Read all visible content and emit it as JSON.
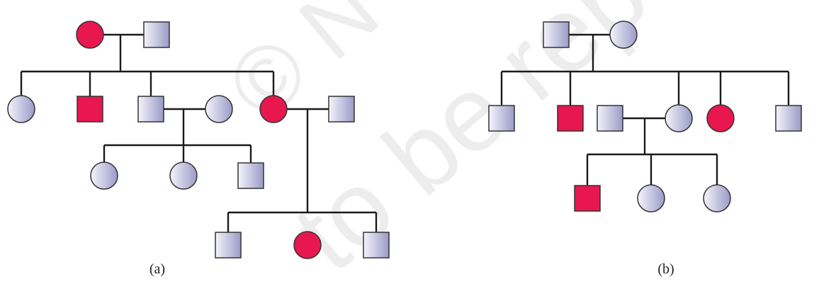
{
  "diagram": {
    "colors": {
      "affected": "#e8174f",
      "unaffected_light": "#f4f4fb",
      "unaffected_dark": "#9a9ac8",
      "line": "#1a1a1a",
      "outline": "#333333"
    },
    "watermark": "© NCERT not to be republished",
    "pedigrees": [
      {
        "id": "a",
        "caption": "(a)",
        "individuals": [
          {
            "id": "a-I1",
            "sex": "female",
            "affected": true
          },
          {
            "id": "a-I2",
            "sex": "male",
            "affected": false
          },
          {
            "id": "a-II1",
            "sex": "female",
            "affected": false
          },
          {
            "id": "a-II2",
            "sex": "male",
            "affected": true
          },
          {
            "id": "a-II3",
            "sex": "male",
            "affected": false
          },
          {
            "id": "a-II3-spouse",
            "sex": "female",
            "affected": false
          },
          {
            "id": "a-II4",
            "sex": "female",
            "affected": true
          },
          {
            "id": "a-II4-spouse",
            "sex": "male",
            "affected": false
          },
          {
            "id": "a-III1",
            "sex": "female",
            "affected": false
          },
          {
            "id": "a-III2",
            "sex": "female",
            "affected": false
          },
          {
            "id": "a-III3",
            "sex": "male",
            "affected": false
          },
          {
            "id": "a-III4",
            "sex": "male",
            "affected": false
          },
          {
            "id": "a-III5",
            "sex": "female",
            "affected": true
          },
          {
            "id": "a-III6",
            "sex": "male",
            "affected": false
          }
        ]
      },
      {
        "id": "b",
        "caption": "(b)",
        "individuals": [
          {
            "id": "b-I1",
            "sex": "male",
            "affected": false
          },
          {
            "id": "b-I2",
            "sex": "female",
            "affected": false
          },
          {
            "id": "b-II1",
            "sex": "male",
            "affected": false
          },
          {
            "id": "b-II2",
            "sex": "male",
            "affected": true
          },
          {
            "id": "b-II3-spouse",
            "sex": "male",
            "affected": false
          },
          {
            "id": "b-II3",
            "sex": "female",
            "affected": false
          },
          {
            "id": "b-II4",
            "sex": "female",
            "affected": true
          },
          {
            "id": "b-II5",
            "sex": "male",
            "affected": false
          },
          {
            "id": "b-III1",
            "sex": "male",
            "affected": true
          },
          {
            "id": "b-III2",
            "sex": "female",
            "affected": false
          },
          {
            "id": "b-III3",
            "sex": "female",
            "affected": false
          }
        ]
      }
    ]
  }
}
